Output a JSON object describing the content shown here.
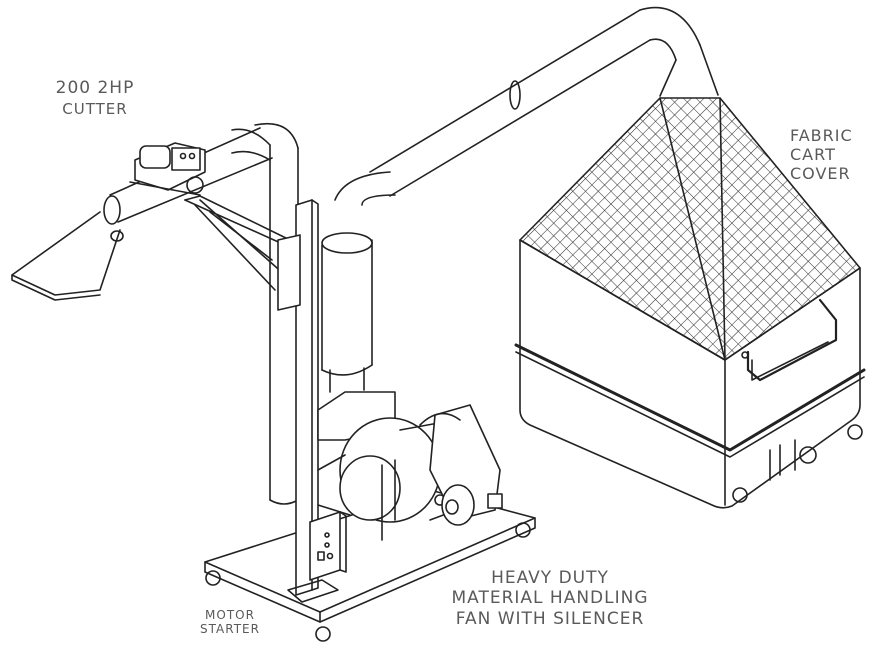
{
  "labels": {
    "cutter": [
      "200 2HP",
      "CUTTER"
    ],
    "cover": [
      "FABRIC",
      "CART",
      "COVER"
    ],
    "fan": [
      "HEAVY DUTY",
      "MATERIAL HANDLING",
      "FAN WITH SILENCER"
    ],
    "starter": [
      "MOTOR",
      "STARTER"
    ]
  },
  "colors": {
    "line": "#222222",
    "label": "#5a5a5a",
    "mesh": "#333333"
  }
}
